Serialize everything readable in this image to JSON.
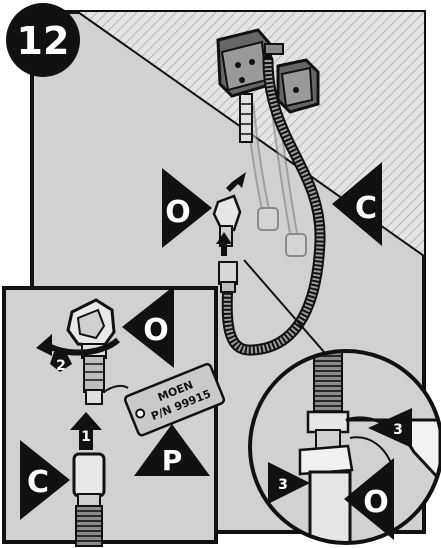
{
  "step_number": "12",
  "labels": {
    "o_top": "O",
    "c_right": "C",
    "o_inset": "O",
    "c_inset": "C",
    "p_inset": "P",
    "o_zoom": "O"
  },
  "steps": {
    "one": "1",
    "two": "2",
    "three_a": "3",
    "three_b": "3"
  },
  "tag": {
    "line1": "MOEN",
    "line2": "P/N 99915"
  },
  "colors": {
    "panel": "#d1d1d1",
    "ink": "#111111",
    "hatch": "#9a9a9a",
    "part_dark": "#555555",
    "part_light": "#e6e6e6"
  },
  "icons": [
    "up-arrow-icon",
    "curved-arrow-icon",
    "pointer-triangle-icon"
  ]
}
